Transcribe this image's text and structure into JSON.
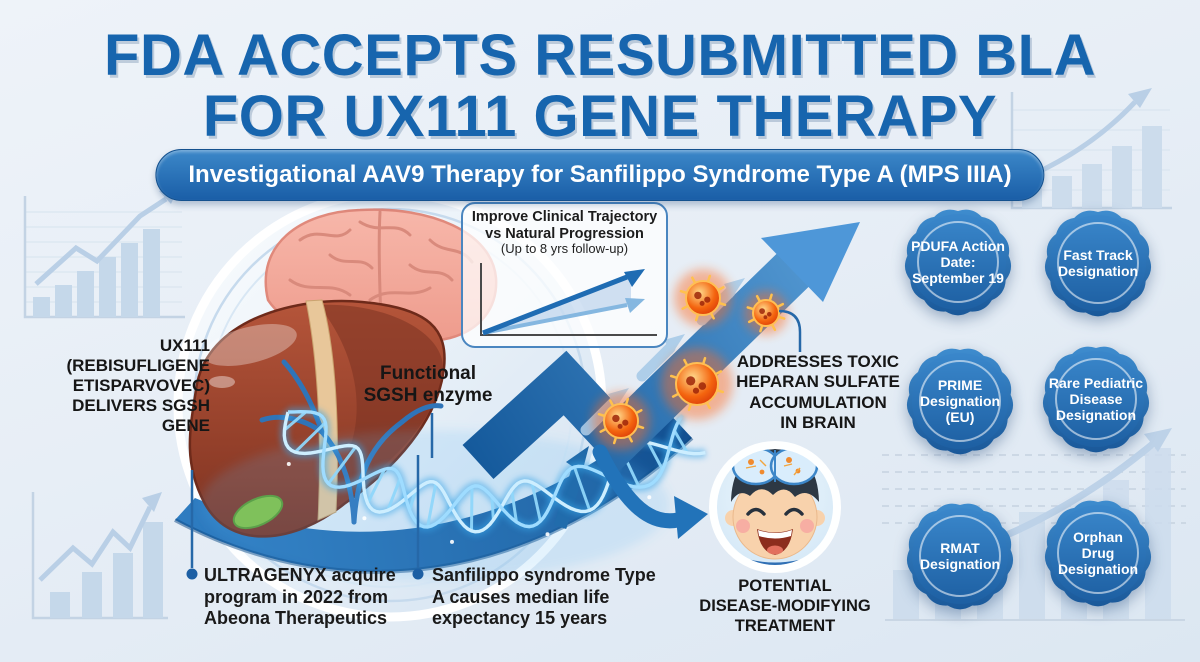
{
  "title": {
    "line1": "FDA ACCEPTS RESUBMITTED BLA",
    "line2": "FOR UX111 GENE THERAPY"
  },
  "subtitle": "Investigational AAV9 Therapy for Sanfilippo Syndrome Type A (MPS IIIA)",
  "labels": {
    "ux111": [
      "UX111",
      "(REBISUFLIGENE",
      "ETISPARVOVEC)",
      "DELIVERS SGSH",
      "GENE"
    ],
    "functional": [
      "Functional",
      "SGSH enzyme"
    ],
    "addresses": [
      "ADDRESSES TOXIC",
      "HEPARAN SULFATE",
      "ACCUMULATION",
      "IN BRAIN"
    ],
    "potential": [
      "POTENTIAL",
      "DISEASE-MODIFYING",
      "TREATMENT"
    ]
  },
  "improve_box": {
    "title": [
      "Improve Clinical Trajectory",
      "vs Natural Progression"
    ],
    "note": "(Up to 8 yrs follow-up)"
  },
  "bullets": [
    {
      "text": [
        "ULTRAGENYX acquire",
        "program in 2022 from",
        "Abeona Therapeutics"
      ]
    },
    {
      "text": [
        "Sanfilippo syndrome Type",
        "A causes median life",
        "expectancy 15 years"
      ]
    }
  ],
  "badges": [
    {
      "label": [
        "PDUFA Action",
        "Date:",
        "September 19"
      ]
    },
    {
      "label": [
        "Fast Track",
        "Designation"
      ]
    },
    {
      "label": [
        "PRIME",
        "Designation",
        "(EU)"
      ]
    },
    {
      "label": [
        "Rare Pediatric",
        "Disease",
        "Designation"
      ]
    },
    {
      "label": [
        "RMAT",
        "Designation"
      ]
    },
    {
      "label": [
        "Orphan",
        "Drug",
        "Designation"
      ]
    }
  ],
  "colors": {
    "title_blue": "#1765ae",
    "banner_blue": "#1a5ea7",
    "badge_blue": "#1d5c9f",
    "arrow_blue": "#2272b9",
    "virus_orange": "#f4650f",
    "background": "#e8eef5"
  }
}
